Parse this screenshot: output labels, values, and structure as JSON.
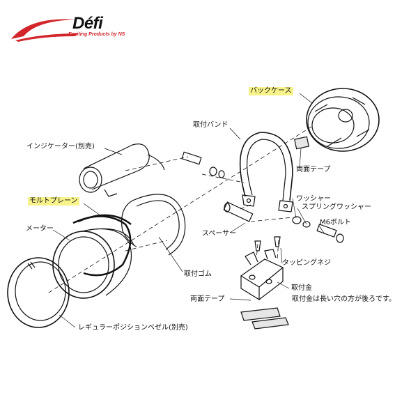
{
  "brand": {
    "name": "Défi",
    "tagline": "Exciting Products by NS",
    "accent_color": "#d2262b"
  },
  "highlight_color": "#f7f28a",
  "labels": {
    "back_case": "バックケース",
    "mounting_band": "取付バンド",
    "double_sided_tape_top": "両面テープ",
    "indicator": "インジケーター(別売)",
    "molt_prene": "モルトプレーン",
    "washer": "ワッシャー",
    "spring_washer": "スプリングワッシャー",
    "m6_bolt": "M6ボルト",
    "meter": "メーター",
    "spacer": "スペーサー",
    "tapping_screw": "タッピングネジ",
    "mounting_rubber": "取付ゴム",
    "mounting_bracket": "取付金",
    "bracket_note": "取付金は長い穴の方が後ろです。",
    "double_sided_tape_bottom": "両面テープ",
    "regular_bezel": "レギュラーポジションベゼル(別売)"
  }
}
